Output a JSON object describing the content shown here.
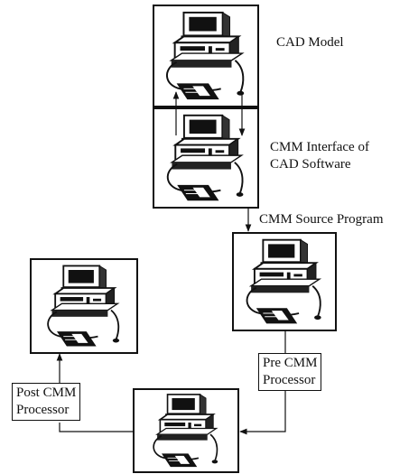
{
  "labels": {
    "cad_model": "CAD Model",
    "cmm_interface_line1": "CMM Interface of",
    "cmm_interface_line2": "CAD Software",
    "cmm_source_program": "CMM Source Program",
    "pre_cmm_line1": "Pre CMM",
    "pre_cmm_line2": "Processor",
    "post_cmm_line1": "Post CMM",
    "post_cmm_line2": "Processor"
  },
  "colors": {
    "ink": "#111111",
    "background": "#ffffff"
  },
  "icons": {
    "workstation": "computer-workstation-icon"
  }
}
